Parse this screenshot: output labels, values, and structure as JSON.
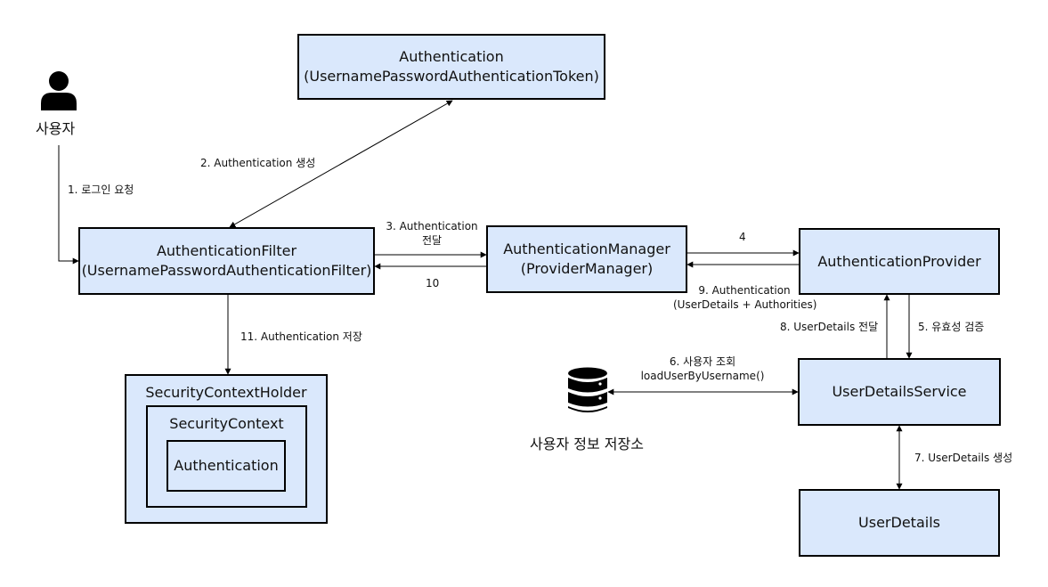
{
  "user": {
    "label": "사용자"
  },
  "store": {
    "label": "사용자 정보 저장소"
  },
  "nodes": {
    "authentication_token": {
      "line1": "Authentication",
      "line2": "(UsernamePasswordAuthenticationToken)"
    },
    "authentication_filter": {
      "line1": "AuthenticationFilter",
      "line2": "(UsernamePasswordAuthenticationFilter)"
    },
    "authentication_manager": {
      "line1": "AuthenticationManager",
      "line2": "(ProviderManager)"
    },
    "authentication_provider": {
      "line1": "AuthenticationProvider"
    },
    "user_details_service": {
      "line1": "UserDetailsService"
    },
    "user_details": {
      "line1": "UserDetails"
    },
    "security_context_holder": {
      "title": "SecurityContextHolder"
    },
    "security_context": {
      "title": "SecurityContext"
    },
    "inner_authentication": {
      "title": "Authentication"
    }
  },
  "steps": {
    "s1": "1. 로그인 요청",
    "s2": "2. Authentication 생성",
    "s3_line1": "3. Authentication",
    "s3_line2": "전달",
    "s4": "4",
    "s5": "5. 유효성 검증",
    "s6_line1": "6. 사용자 조회",
    "s6_line2": "loadUserByUsername()",
    "s7": "7. UserDetails 생성",
    "s8": "8. UserDetails 전달",
    "s9_line1": "9. Authentication",
    "s9_line2": "(UserDetails + Authorities)",
    "s10": "10",
    "s11": "11. Authentication 저장"
  },
  "colors": {
    "box_fill": "#dae8fc",
    "stroke": "#000000"
  }
}
